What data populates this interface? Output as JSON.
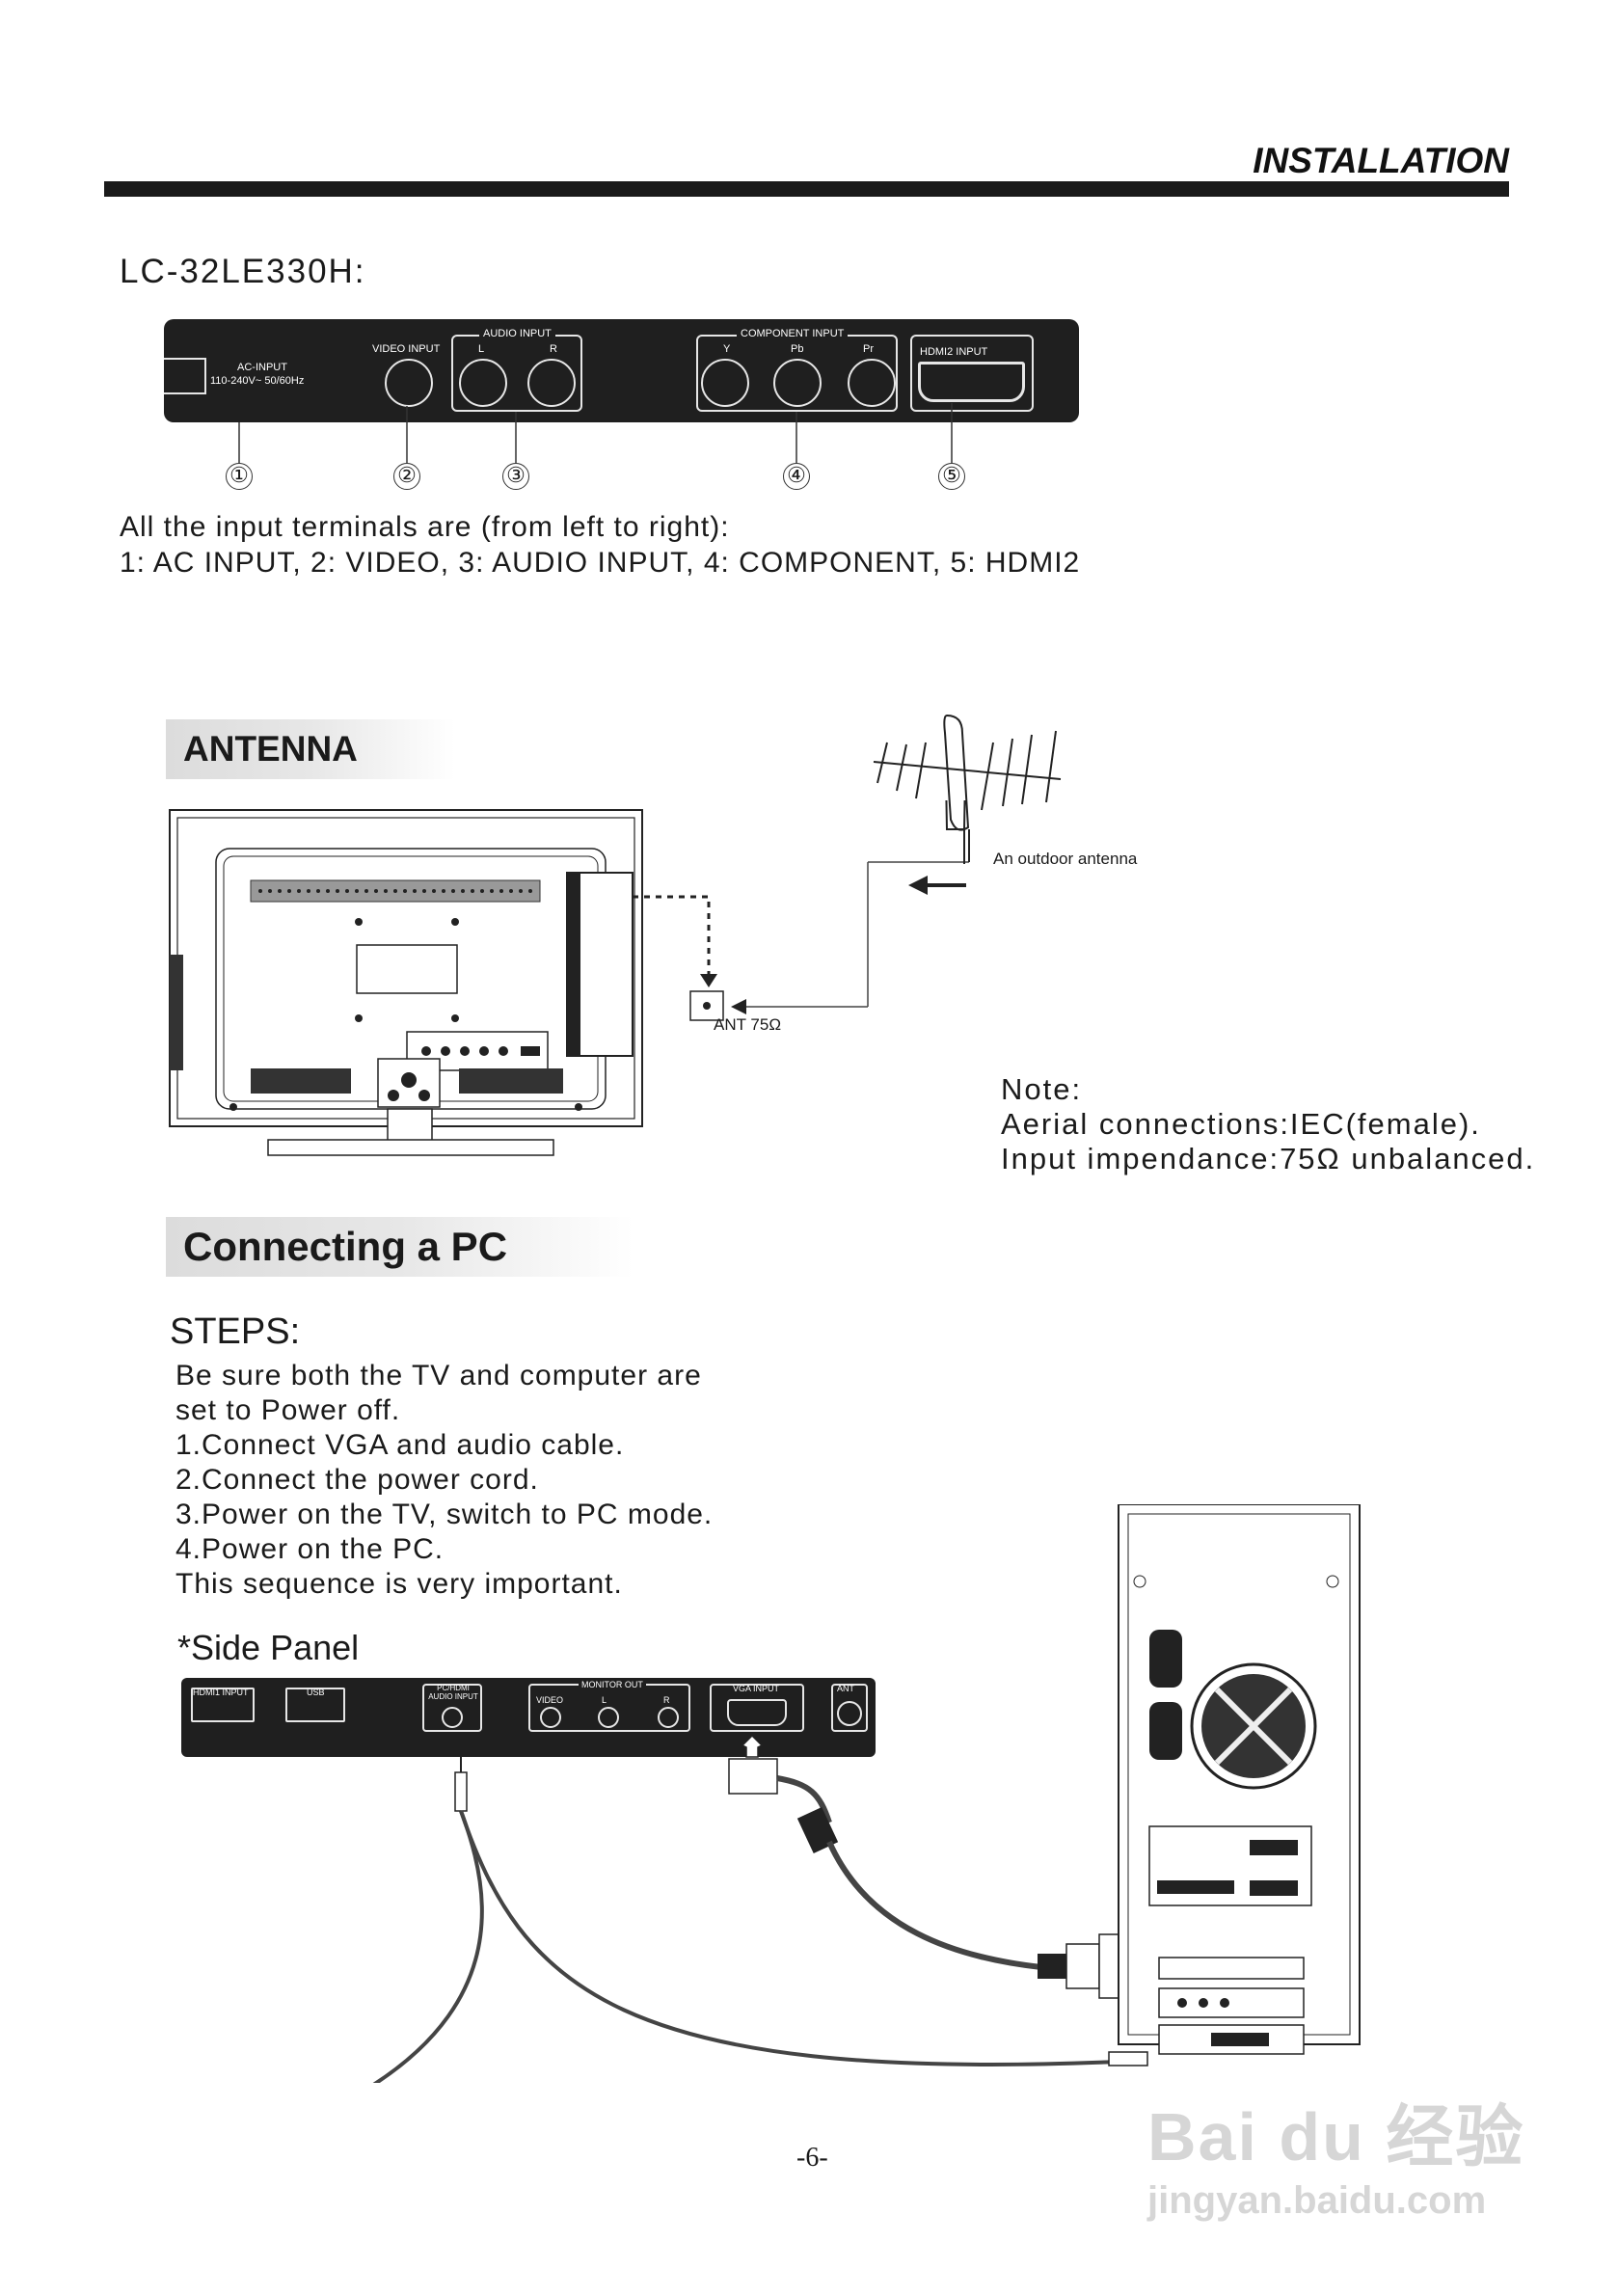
{
  "header": {
    "title": "INSTALLATION"
  },
  "model": "LC-32LE330H:",
  "panel_top": {
    "ac_input": "AC-INPUT",
    "ac_spec": "110-240V~ 50/60Hz",
    "video_input": "VIDEO INPUT",
    "audio_input": "AUDIO INPUT",
    "audio_l": "L",
    "audio_r": "R",
    "component_input": "COMPONENT INPUT",
    "comp_y": "Y",
    "comp_pb": "Pb",
    "comp_pr": "Pr",
    "hdmi2_input": "HDMI2 INPUT",
    "callouts": [
      "①",
      "②",
      "③",
      "④",
      "⑤"
    ]
  },
  "terminals_intro": "All the input terminals are (from left to right):",
  "terminals_list": "1: AC INPUT, 2: VIDEO, 3: AUDIO INPUT, 4: COMPONENT, 5: HDMI2",
  "antenna": {
    "heading": "ANTENNA",
    "outdoor_label": "An outdoor antenna",
    "ant_label": "ANT 75Ω"
  },
  "note": {
    "label": "Note:",
    "line1": "Aerial connections:IEC(female).",
    "line2": "Input impendance:75Ω unbalanced."
  },
  "pc": {
    "heading": "Connecting a PC",
    "steps_title": "STEPS:",
    "steps": [
      "Be sure both the TV and computer are",
      "set to Power off.",
      "1.Connect VGA and audio cable.",
      "2.Connect the power cord.",
      "3.Power on the TV, switch to PC mode.",
      "4.Power on the PC.",
      "This sequence is very important."
    ],
    "side_panel": "*Side Panel"
  },
  "side_panel_labels": {
    "hdmi1": "HDMI1 INPUT",
    "usb": "USB",
    "pc_hdmi_audio": "PC/HDMI AUDIO INPUT",
    "monitor_out": "MONITOR OUT",
    "mo_video": "VIDEO",
    "mo_l": "L",
    "mo_r": "R",
    "vga_input": "VGA INPUT",
    "ant": "ANT"
  },
  "page_number": "-6-",
  "watermark": {
    "logo": "Bai du 经验",
    "url": "jingyan.baidu.com"
  }
}
